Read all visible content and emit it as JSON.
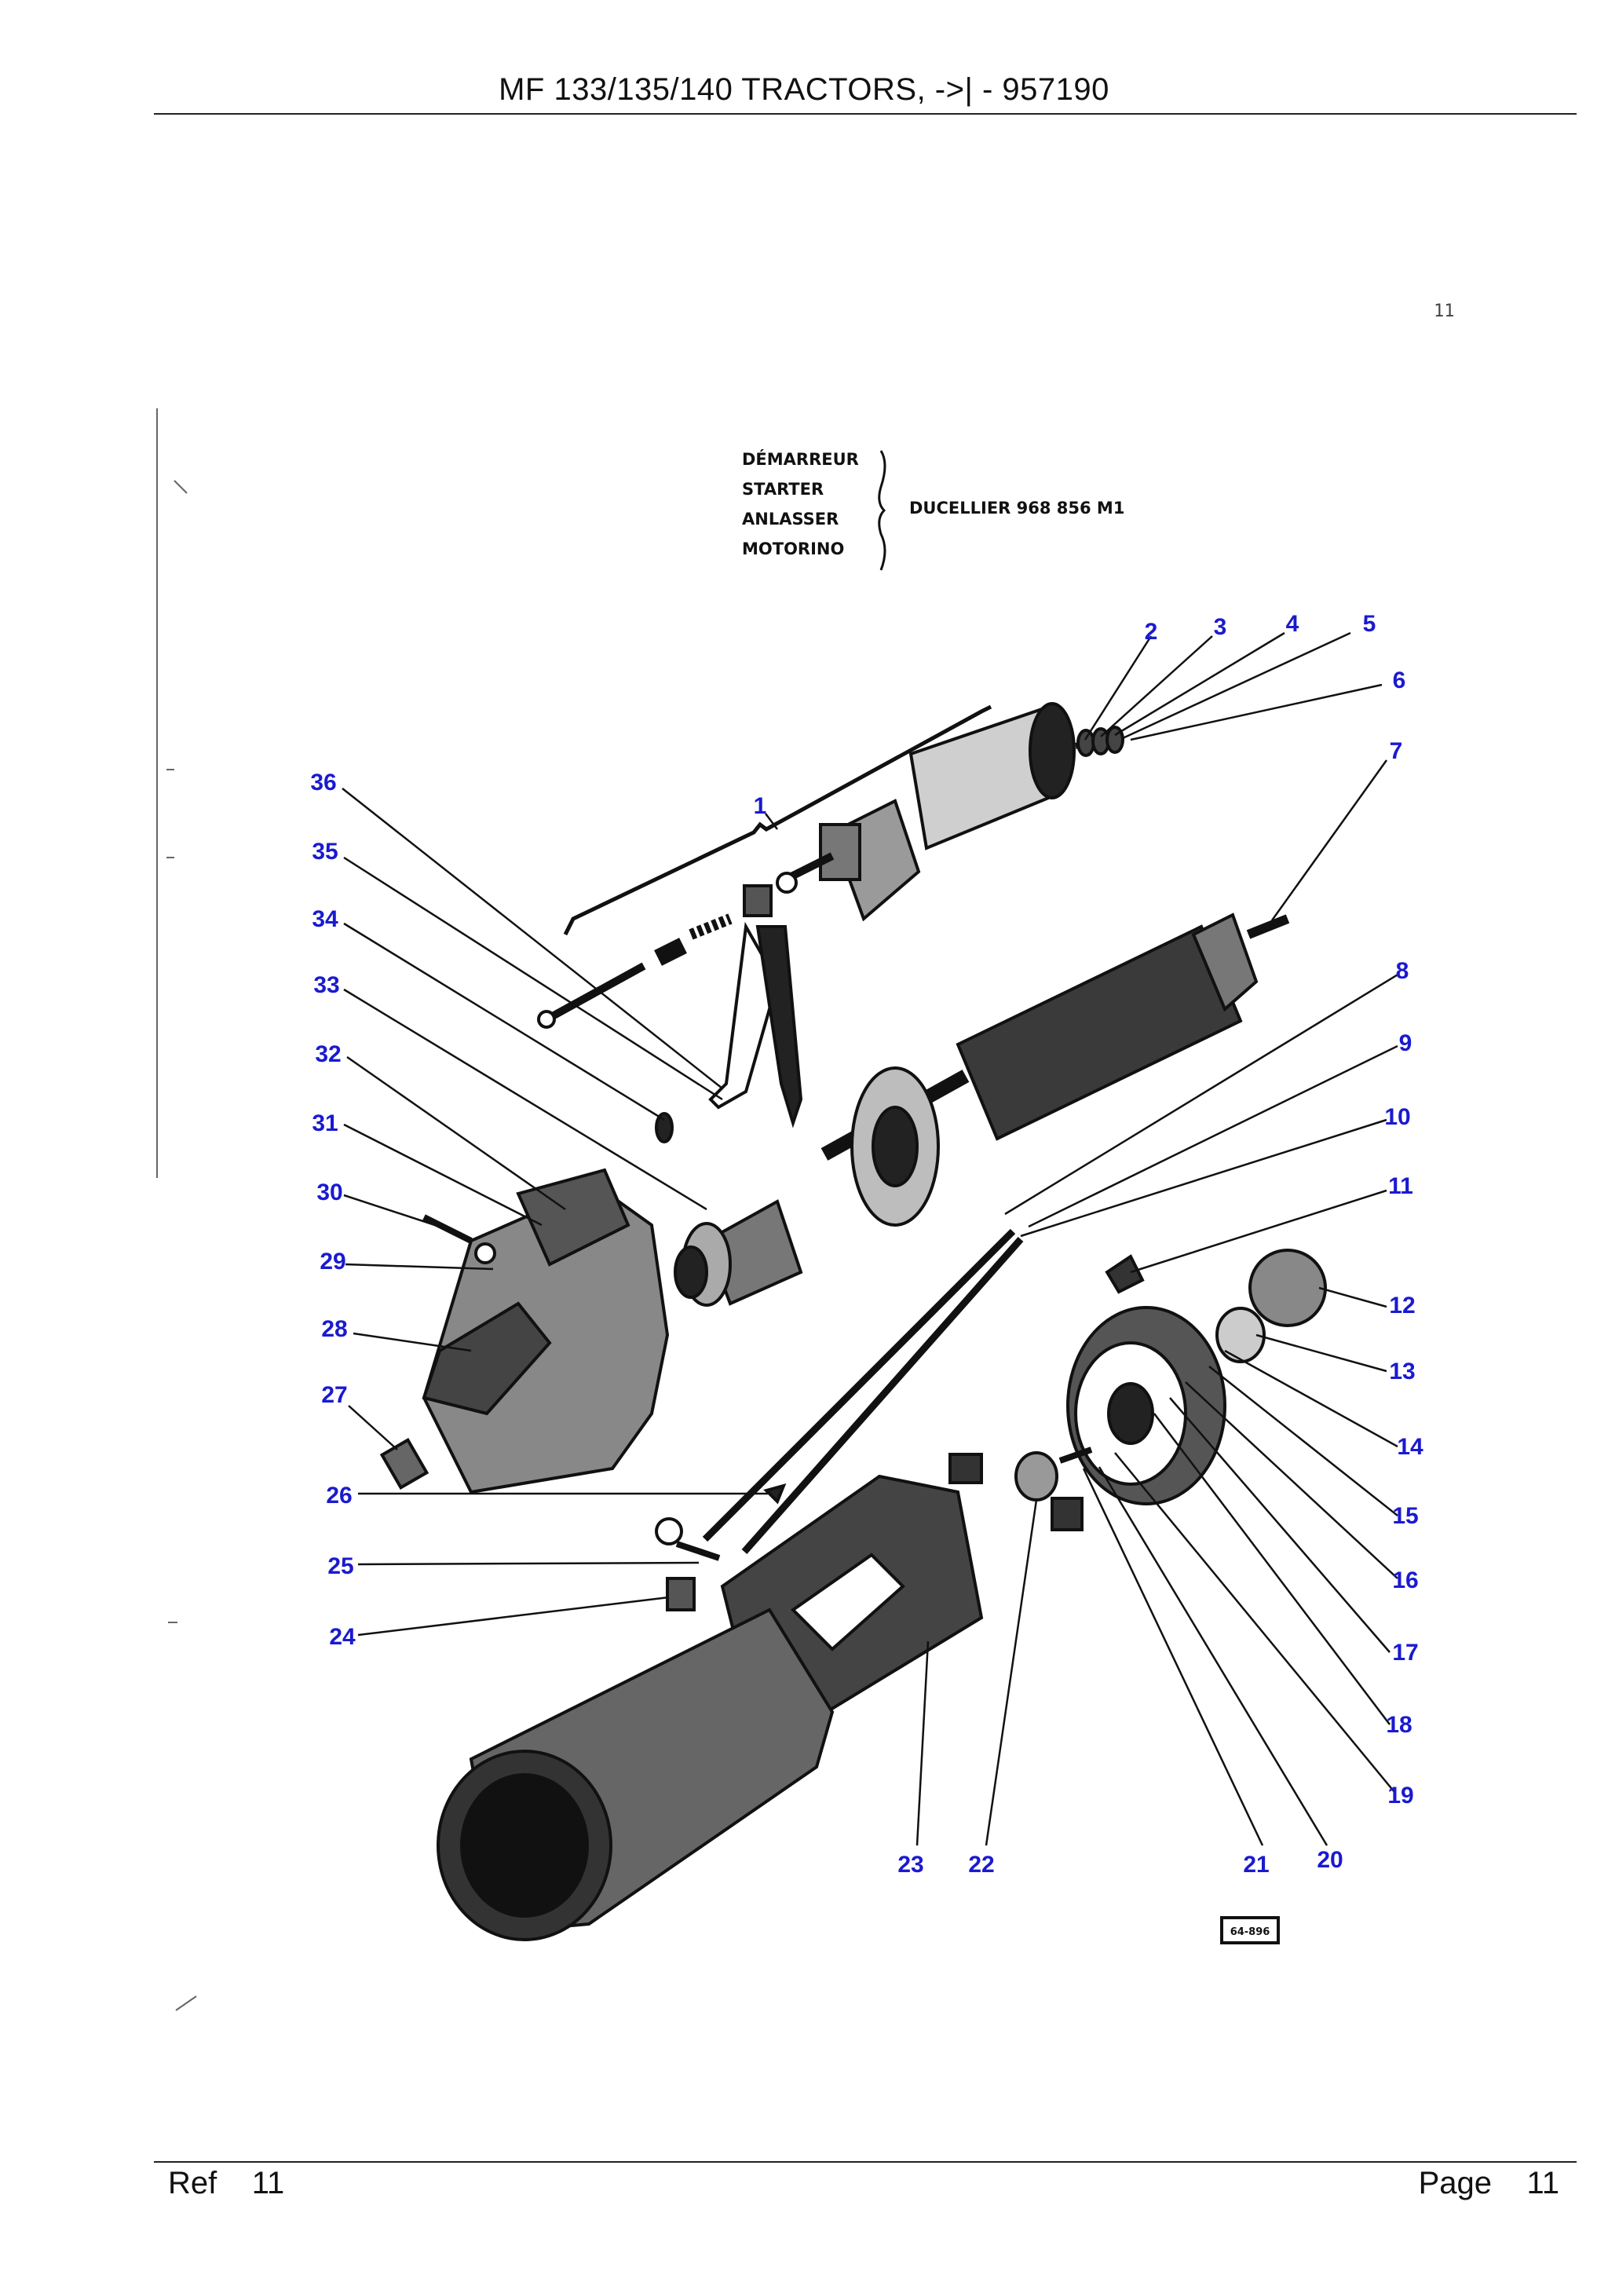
{
  "header": {
    "title": "MF 133/135/140 TRACTORS, ->| - 957190"
  },
  "footer": {
    "ref_label": "Ref",
    "ref_value": "11",
    "page_label": "Page",
    "page_value": "11"
  },
  "corner_mark": "11",
  "caption": {
    "names": [
      "DÉMARREUR",
      "STARTER",
      "ANLASSER",
      "MOTORINO"
    ],
    "part": "DUCELLIER  968 856 M1"
  },
  "figure_badge": "64-896",
  "callouts": [
    "1",
    "2",
    "3",
    "4",
    "5",
    "6",
    "7",
    "8",
    "9",
    "10",
    "11",
    "12",
    "13",
    "14",
    "15",
    "16",
    "17",
    "18",
    "19",
    "20",
    "21",
    "22",
    "23",
    "24",
    "25",
    "26",
    "27",
    "28",
    "29",
    "30",
    "31",
    "32",
    "33",
    "34",
    "35",
    "36"
  ],
  "colors": {
    "callout": "#1a1ad0",
    "ink": "#111111"
  }
}
